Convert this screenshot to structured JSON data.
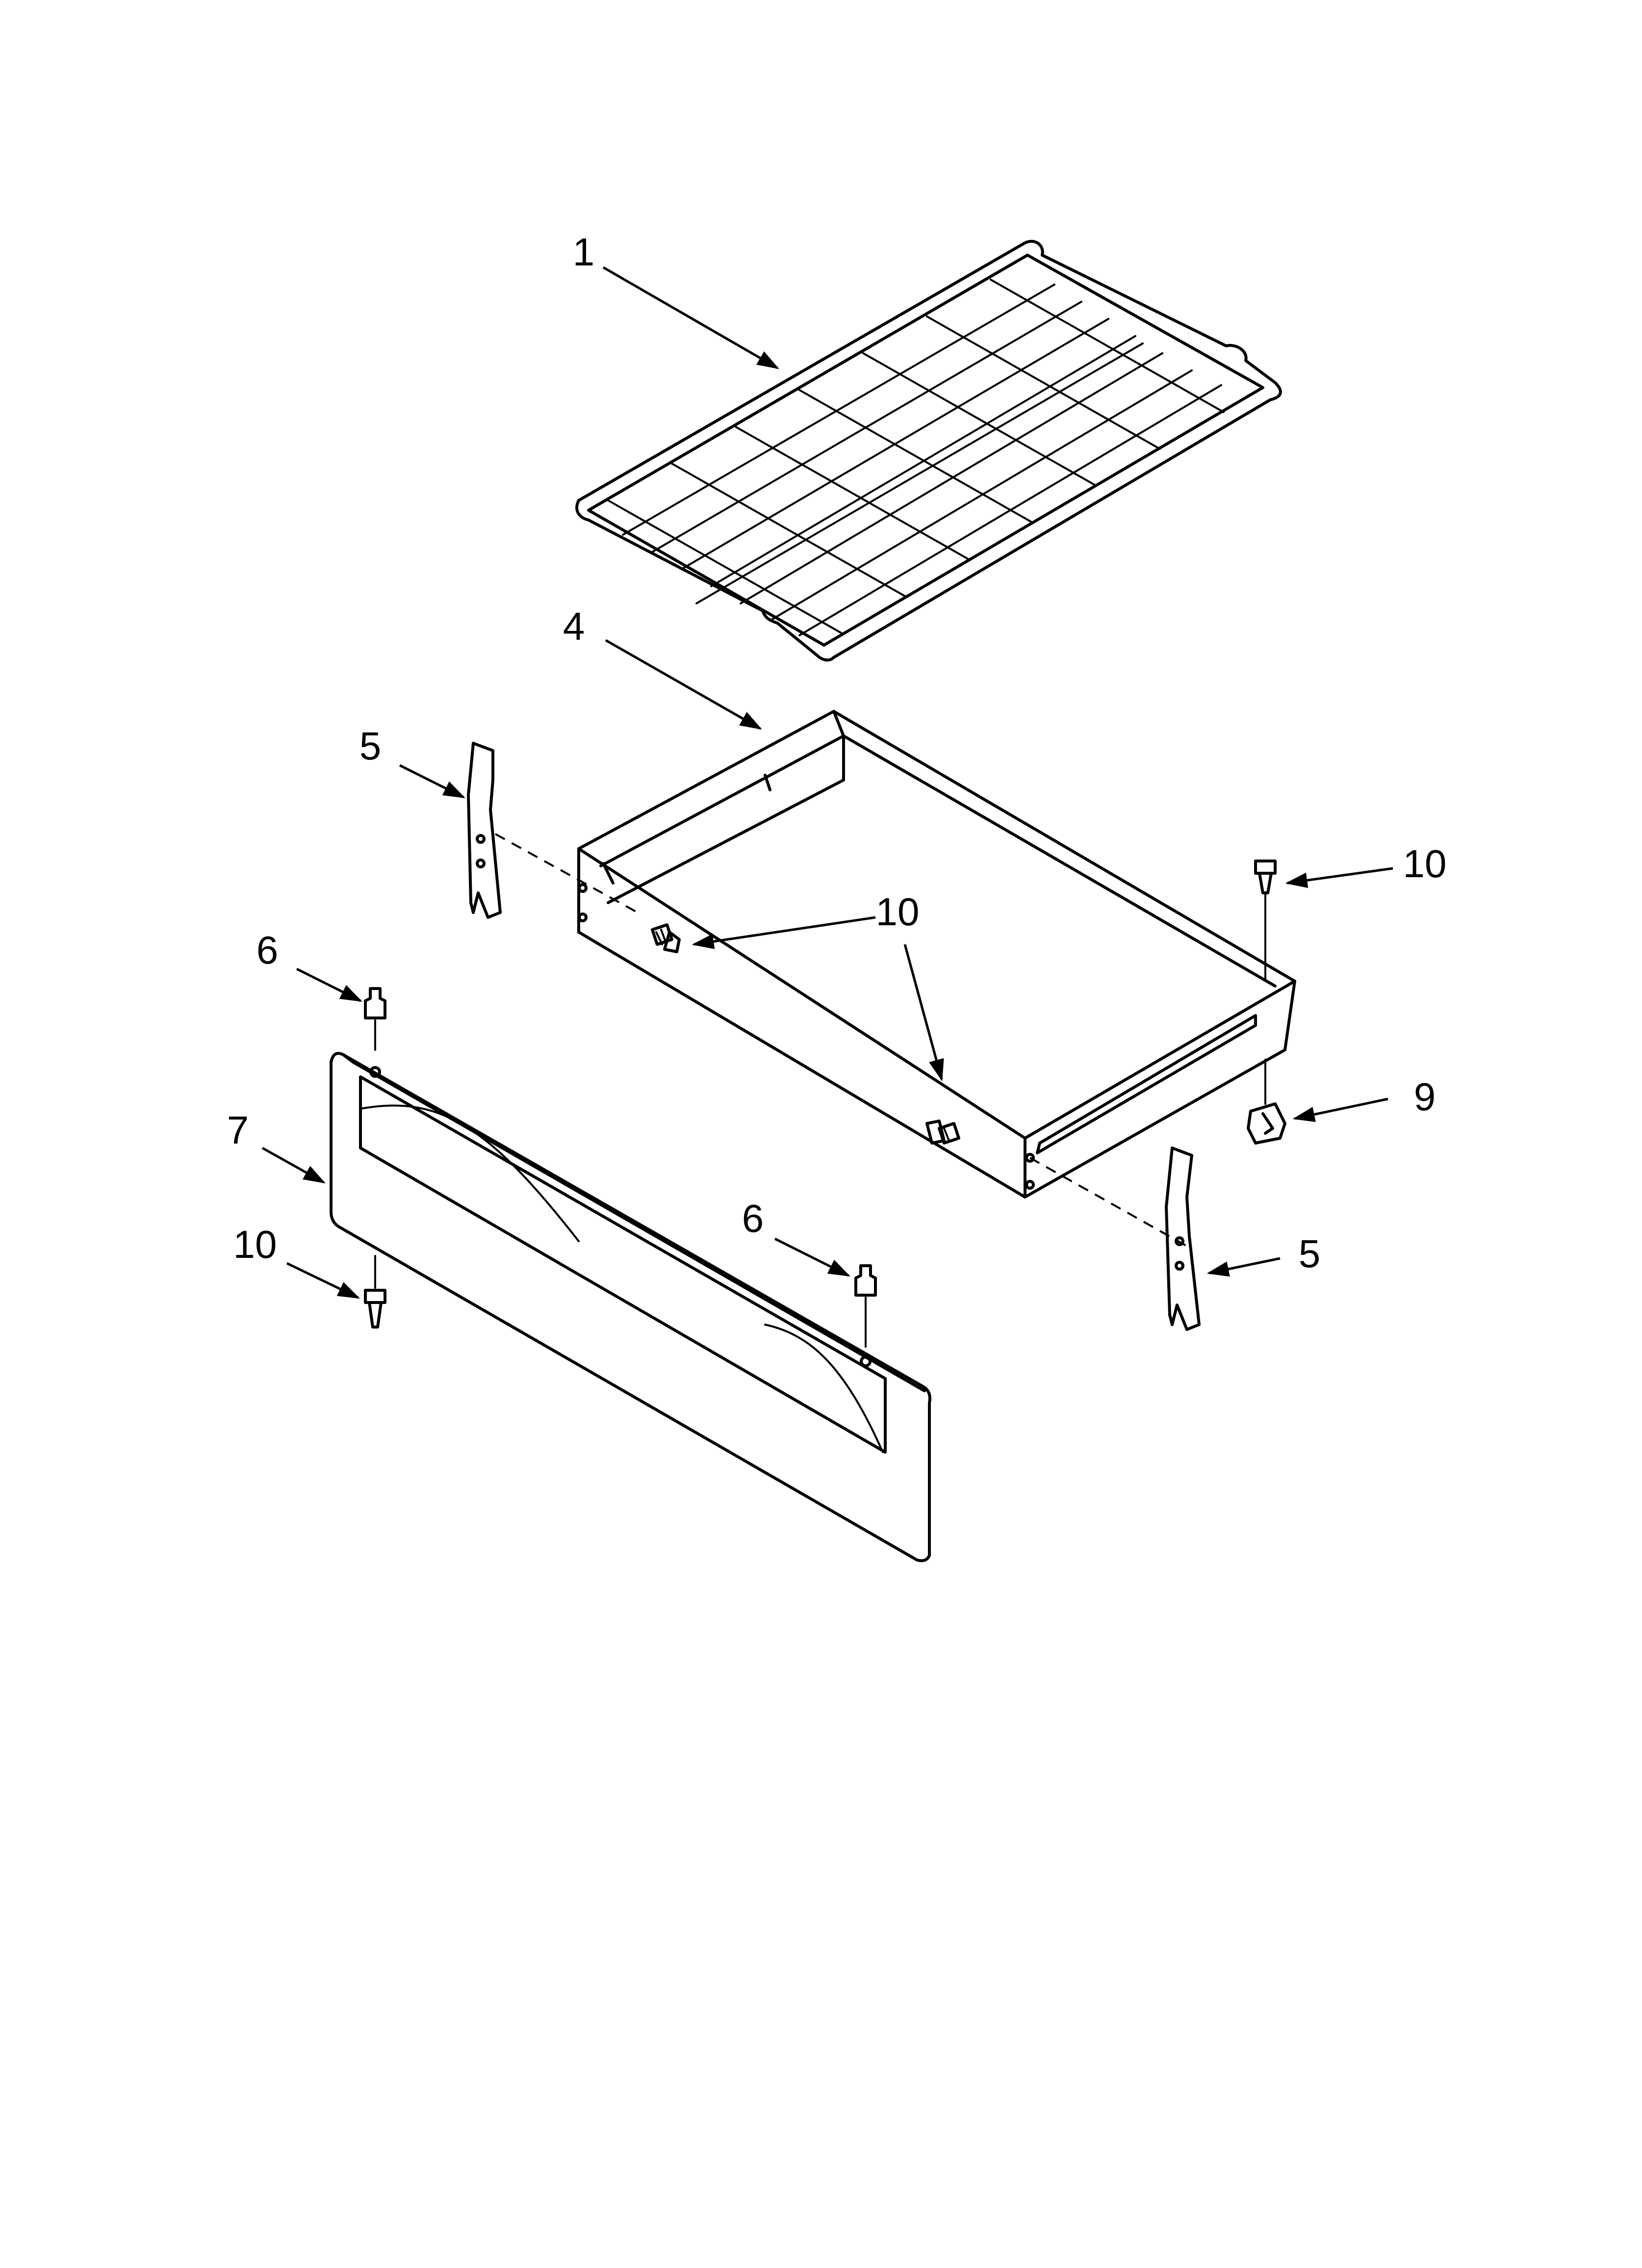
{
  "callouts": {
    "c1": {
      "label": "1"
    },
    "c4": {
      "label": "4"
    },
    "c5a": {
      "label": "5"
    },
    "c5b": {
      "label": "5"
    },
    "c6a": {
      "label": "6"
    },
    "c6b": {
      "label": "6"
    },
    "c7": {
      "label": "7"
    },
    "c9": {
      "label": "9"
    },
    "c10a": {
      "label": "10"
    },
    "c10b": {
      "label": "10"
    },
    "c10c": {
      "label": "10"
    }
  }
}
